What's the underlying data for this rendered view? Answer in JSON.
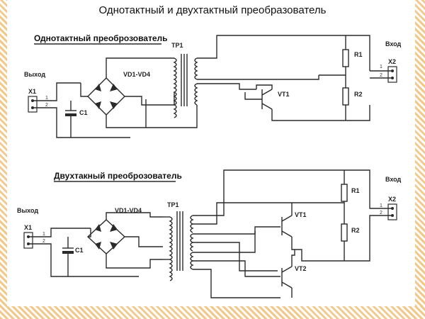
{
  "title": "Однотактный и двухтактный преобразователь",
  "top": {
    "heading": "Однотактный преоброзователь",
    "out_label": "Выход",
    "in_label": "Вход",
    "x1": "X1",
    "x2": "X2",
    "c1": "C1",
    "bridge": "VD1-VD4",
    "tp": "TP1",
    "vt": "VT1",
    "r1": "R1",
    "r2": "R2",
    "pin1": "1",
    "pin2": "2"
  },
  "bottom": {
    "heading": "Двухтакный преоброзователь",
    "out_label": "Выход",
    "in_label": "Вход",
    "x1": "X1",
    "x2": "X2",
    "c1": "C1",
    "bridge": "VD1-VD4",
    "tp": "TP1",
    "vt1": "VT1",
    "vt2": "VT2",
    "r1": "R1",
    "r2": "R2",
    "pin1": "1",
    "pin2": "2"
  },
  "colors": {
    "frame_hatch": "#f2c98a",
    "wire": "#2a2a2a"
  }
}
